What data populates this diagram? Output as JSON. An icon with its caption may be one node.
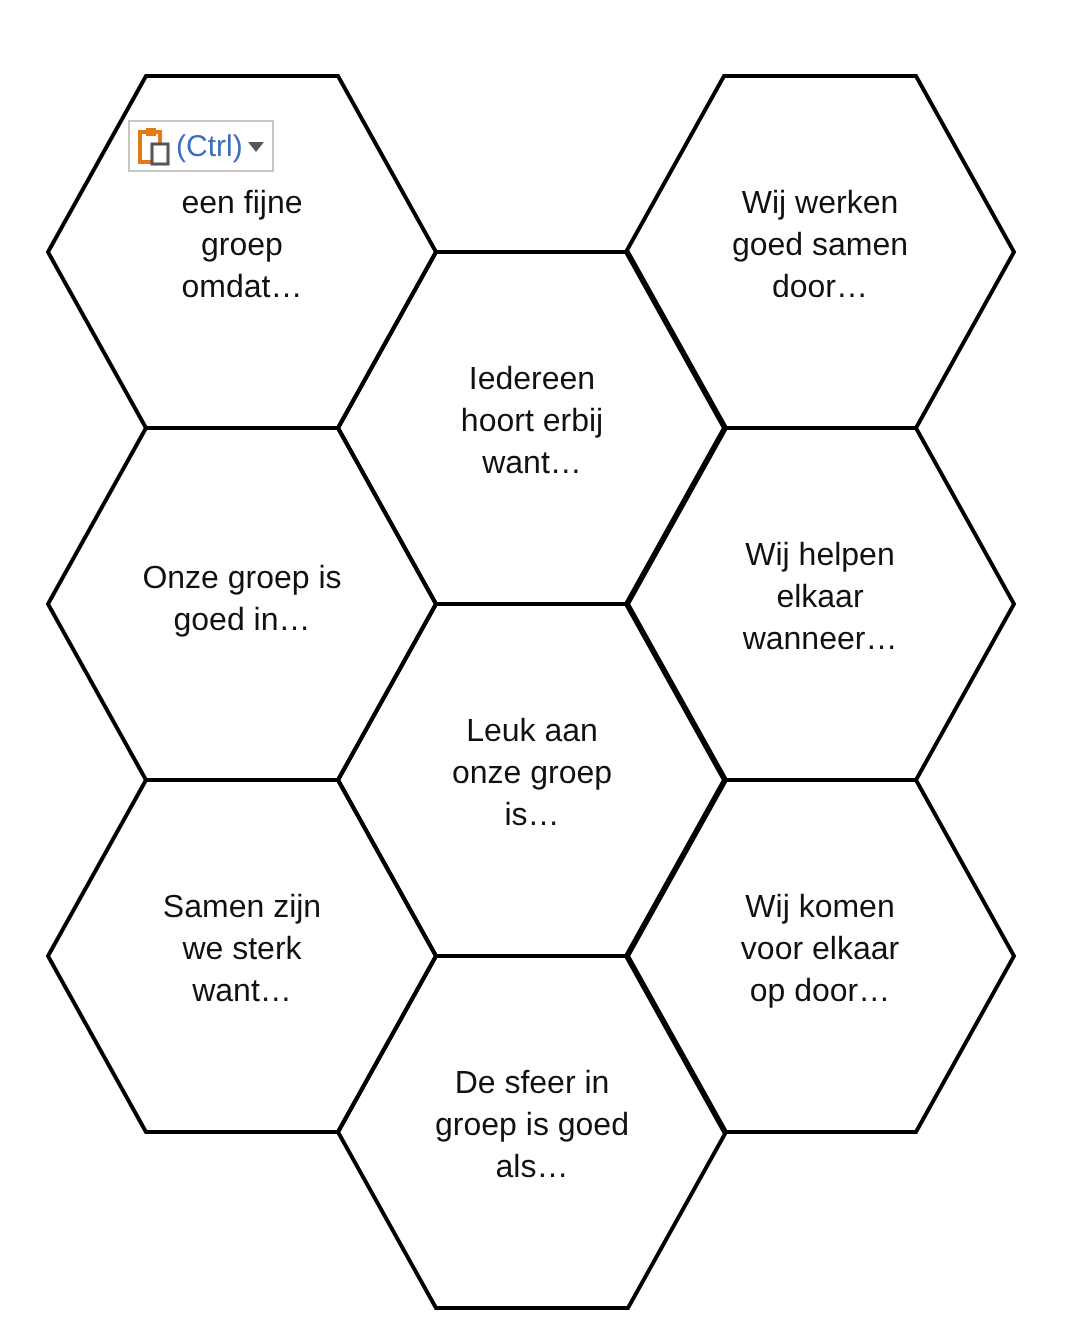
{
  "diagram": {
    "nodes": [
      {
        "text": [
          "een fijne groep omdat…"
        ]
      },
      {
        "text": [
          "Wij werken goed samen door…"
        ]
      },
      {
        "text": [
          "Iedereen hoort erbij want…"
        ]
      },
      {
        "text": [
          "Onze groep is goed in…"
        ]
      },
      {
        "text": [
          "Wij helpen elkaar wanneer…"
        ]
      },
      {
        "text": [
          "Leuk aan onze groep is…"
        ]
      },
      {
        "text": [
          "Samen zijn we sterk want…"
        ]
      },
      {
        "text": [
          "Wij komen voor elkaar op door…"
        ]
      },
      {
        "text": [
          "De sfeer in groep is goed als…"
        ]
      }
    ],
    "labels": [
      "(Ctrl)"
    ]
  }
}
